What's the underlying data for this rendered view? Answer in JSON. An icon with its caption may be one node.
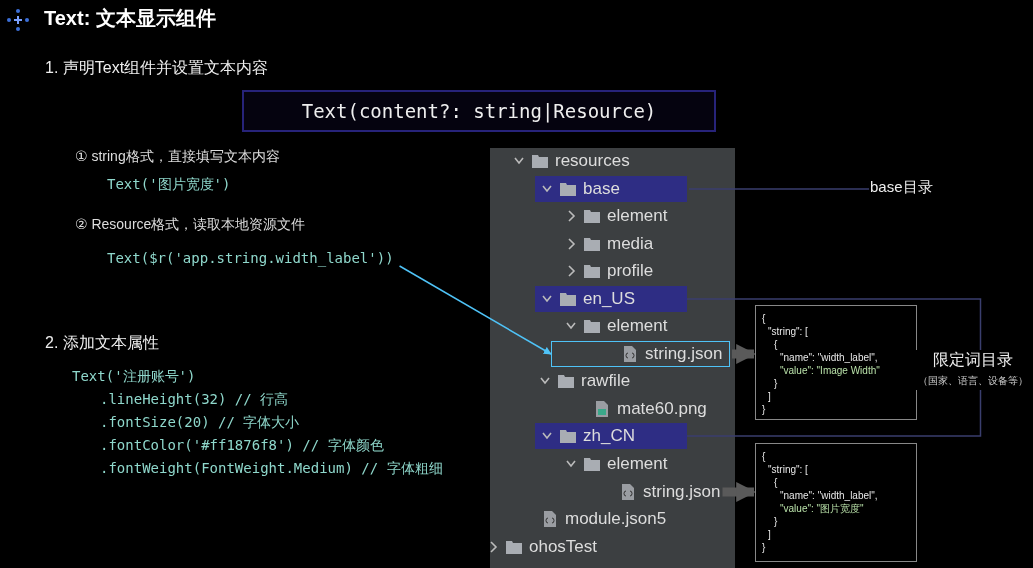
{
  "diagram": {
    "title": "Text: 文本显示组件",
    "nodes": [
      {
        "text": [
          "Text(content?: string|Resource)"
        ]
      },
      {
        "text": [
          "Text($r('app.string.width_label'))"
        ]
      },
      {
        "text": [],
        "shape": "box"
      },
      {
        "text": [
          "resources"
        ],
        "in": 2
      },
      {
        "text": [
          "base"
        ],
        "in": 2
      },
      {
        "text": [
          "element"
        ],
        "in": 2
      },
      {
        "text": [
          "media"
        ],
        "in": 2
      },
      {
        "text": [
          "profile"
        ],
        "in": 2
      },
      {
        "text": [
          "en_US"
        ],
        "in": 2
      },
      {
        "text": [
          "element"
        ],
        "in": 2
      },
      {
        "text": [
          "string.json"
        ],
        "in": 2
      },
      {
        "text": [
          "rawfile"
        ],
        "in": 2
      },
      {
        "text": [
          "mate60.png"
        ],
        "in": 2
      },
      {
        "text": [
          "zh_CN"
        ],
        "in": 2
      },
      {
        "text": [
          "element"
        ],
        "in": 2
      },
      {
        "text": [
          "string.json"
        ],
        "in": 2
      },
      {
        "text": [
          "module.json5"
        ],
        "in": 2
      },
      {
        "text": [
          "ohosTest"
        ],
        "in": 2
      },
      {
        "text": [
          "base目录"
        ]
      },
      {
        "text": [
          "{",
          "\"string\": [",
          "{",
          "\"name\": \"width_label\",",
          "\"value\": \"Image Width\"",
          "}",
          "]",
          "}"
        ]
      },
      {
        "text": [
          "{",
          "\"string\": [",
          "{",
          "\"name\": \"width_label\",",
          "\"value\": \"图片宽度\"",
          "}",
          "]",
          "}"
        ]
      },
      {
        "text": [
          "限定词目录",
          "（国家、语言、设备等）"
        ]
      }
    ],
    "edges": [
      {
        "from": 1,
        "to": 10,
        "arrow": "to",
        "color": "#4fc3f7"
      },
      {
        "from": 4,
        "to": 18,
        "arrow": "none"
      },
      {
        "from": 8,
        "to": 21,
        "arrow": "none"
      },
      {
        "from": 13,
        "to": 21,
        "arrow": "none"
      },
      {
        "from": 10,
        "to": 19,
        "arrow": "to",
        "style": "thick",
        "color": "#5a5a5a"
      },
      {
        "from": 15,
        "to": 20,
        "arrow": "to",
        "style": "thick",
        "color": "#5a5a5a"
      }
    ],
    "labels": [
      "1. 声明Text组件并设置文本内容",
      "① string格式，直接填写文本内容",
      "Text('图片宽度')",
      "② Resource格式，读取本地资源文件",
      "2. 添加文本属性",
      "Text('注册账号')",
      ".lineHeight(32) // 行高",
      ".fontSize(20) // 字体大小",
      ".fontColor('#ff1876f8') // 字体颜色",
      ".fontWeight(FontWeight.Medium) // 字体粗细"
    ]
  }
}
